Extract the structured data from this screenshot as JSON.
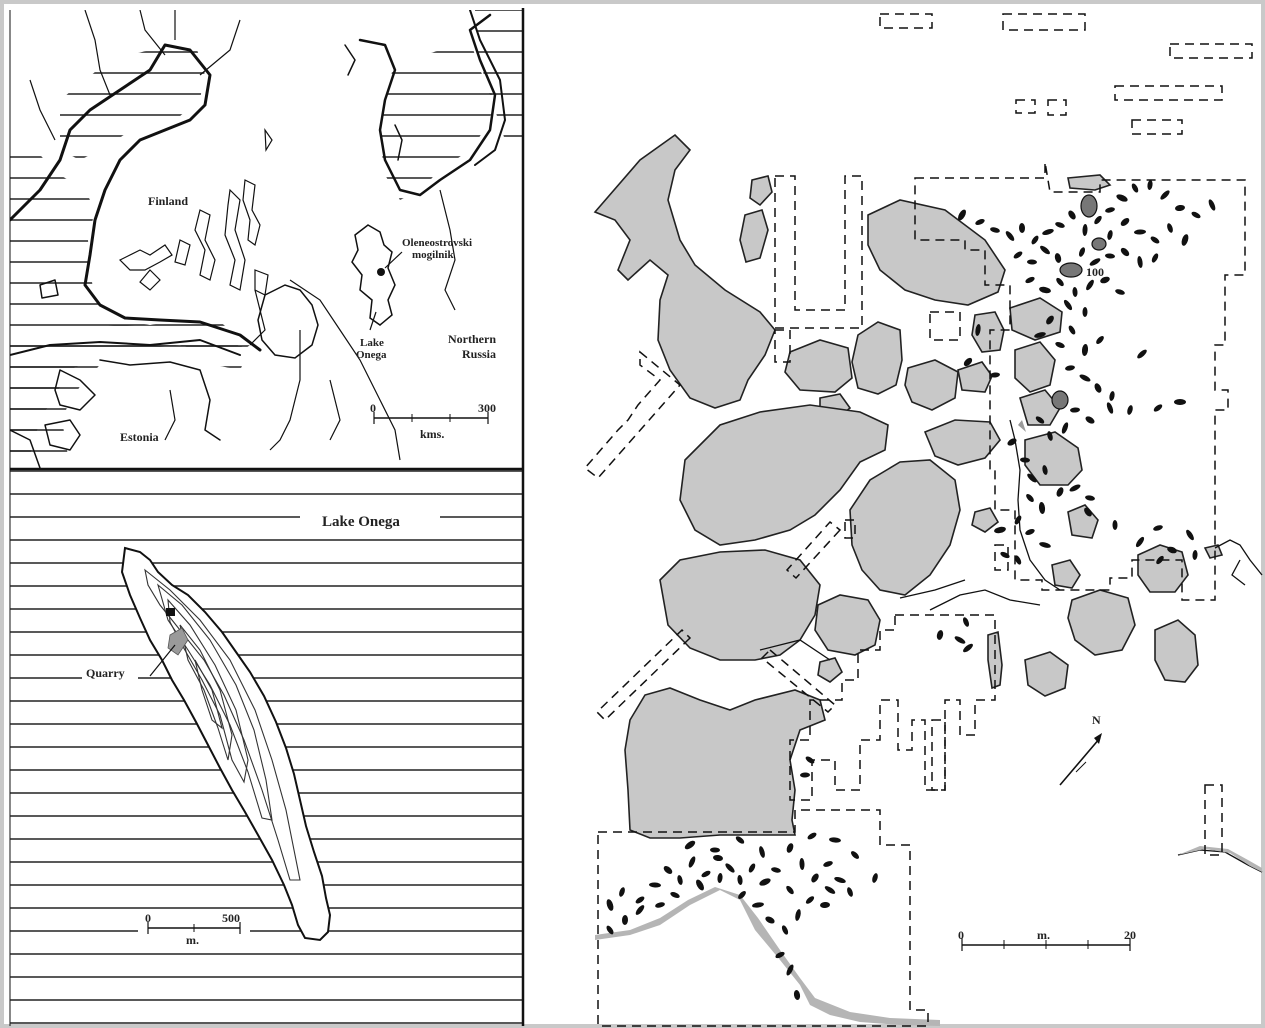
{
  "overview_map": {
    "country_labels": [
      "Finland",
      "Estonia",
      "Northern Russia"
    ],
    "site_label": "Oleneostrovski mogilnik",
    "lake_label": "Lake Onega",
    "scale": {
      "start": "0",
      "end": "300",
      "unit": "kms."
    }
  },
  "island_map": {
    "title": "Lake Onega",
    "quarry_label": "Quarry",
    "scale": {
      "start": "0",
      "end": "500",
      "unit": "m."
    }
  },
  "site_plan": {
    "grave_number_label": "100",
    "north_label": "N",
    "scale": {
      "start": "0",
      "mid": "m.",
      "end": "20"
    }
  },
  "colors": {
    "water_hatch": "#222222",
    "pit_fill": "#c8c8c8",
    "grave_fill": "#111111",
    "frame": "#c9c9c9"
  }
}
